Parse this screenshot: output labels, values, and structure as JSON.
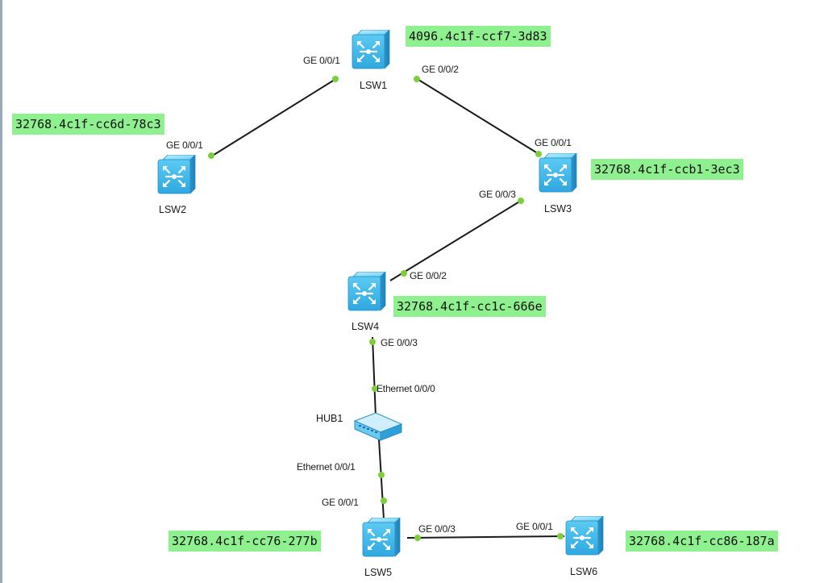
{
  "devices": {
    "lsw1": {
      "name": "LSW1",
      "bridge_id": "4096.4c1f-ccf7-3d83"
    },
    "lsw2": {
      "name": "LSW2",
      "bridge_id": "32768.4c1f-cc6d-78c3"
    },
    "lsw3": {
      "name": "LSW3",
      "bridge_id": "32768.4c1f-ccb1-3ec3"
    },
    "lsw4": {
      "name": "LSW4",
      "bridge_id": "32768.4c1f-cc1c-666e"
    },
    "hub1": {
      "name": "HUB1"
    },
    "lsw5": {
      "name": "LSW5",
      "bridge_id": "32768.4c1f-cc76-277b"
    },
    "lsw6": {
      "name": "LSW6",
      "bridge_id": "32768.4c1f-cc86-187a"
    }
  },
  "ports": {
    "lsw1_to_lsw2": "GE 0/0/1",
    "lsw2_to_lsw1": "GE 0/0/1",
    "lsw1_to_lsw3": "GE 0/0/2",
    "lsw3_to_lsw1": "GE 0/0/1",
    "lsw3_to_lsw4": "GE 0/0/3",
    "lsw4_to_lsw3": "GE 0/0/2",
    "lsw4_to_hub": "GE 0/0/3",
    "hub_to_lsw4": "Ethernet 0/0/0",
    "hub_to_lsw5": "Ethernet 0/0/1",
    "lsw5_to_hub": "GE 0/0/1",
    "lsw5_to_lsw6": "GE 0/0/3",
    "lsw6_to_lsw5": "GE 0/0/1"
  },
  "colors": {
    "bridge_label_bg": "#8ef08e",
    "port_dot": "#7ccf3a",
    "link": "#1a1a1a",
    "switch_body": "#4fc3f0"
  },
  "icons": {
    "switch": "layer3-switch-icon",
    "hub": "hub-icon"
  }
}
